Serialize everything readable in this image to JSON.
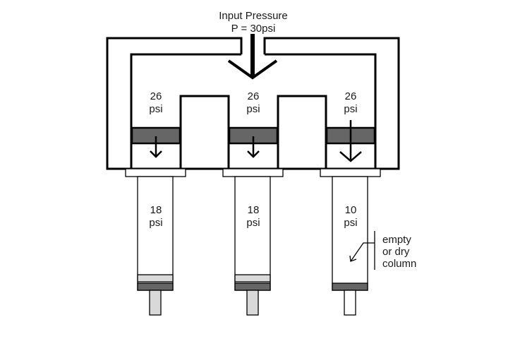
{
  "title": {
    "line1": "Input Pressure",
    "line2": "P = 30psi"
  },
  "colors": {
    "stroke": "#000000",
    "piston": "#666666",
    "frit_light": "#d9d9d9",
    "frit_dark": "#666666",
    "stem_light": "#d9d9d9",
    "stem_empty": "#ffffff"
  },
  "chambers": [
    {
      "id": "left",
      "pressure": "26",
      "unit": "psi"
    },
    {
      "id": "middle",
      "pressure": "26",
      "unit": "psi"
    },
    {
      "id": "right",
      "pressure": "26",
      "unit": "psi"
    }
  ],
  "columns": [
    {
      "id": "left",
      "pressure": "18",
      "unit": "psi",
      "state": "packed"
    },
    {
      "id": "middle",
      "pressure": "18",
      "unit": "psi",
      "state": "packed"
    },
    {
      "id": "right",
      "pressure": "10",
      "unit": "psi",
      "state": "empty"
    }
  ],
  "annotation": {
    "line1": "empty",
    "line2": "or dry",
    "line3": "column"
  }
}
